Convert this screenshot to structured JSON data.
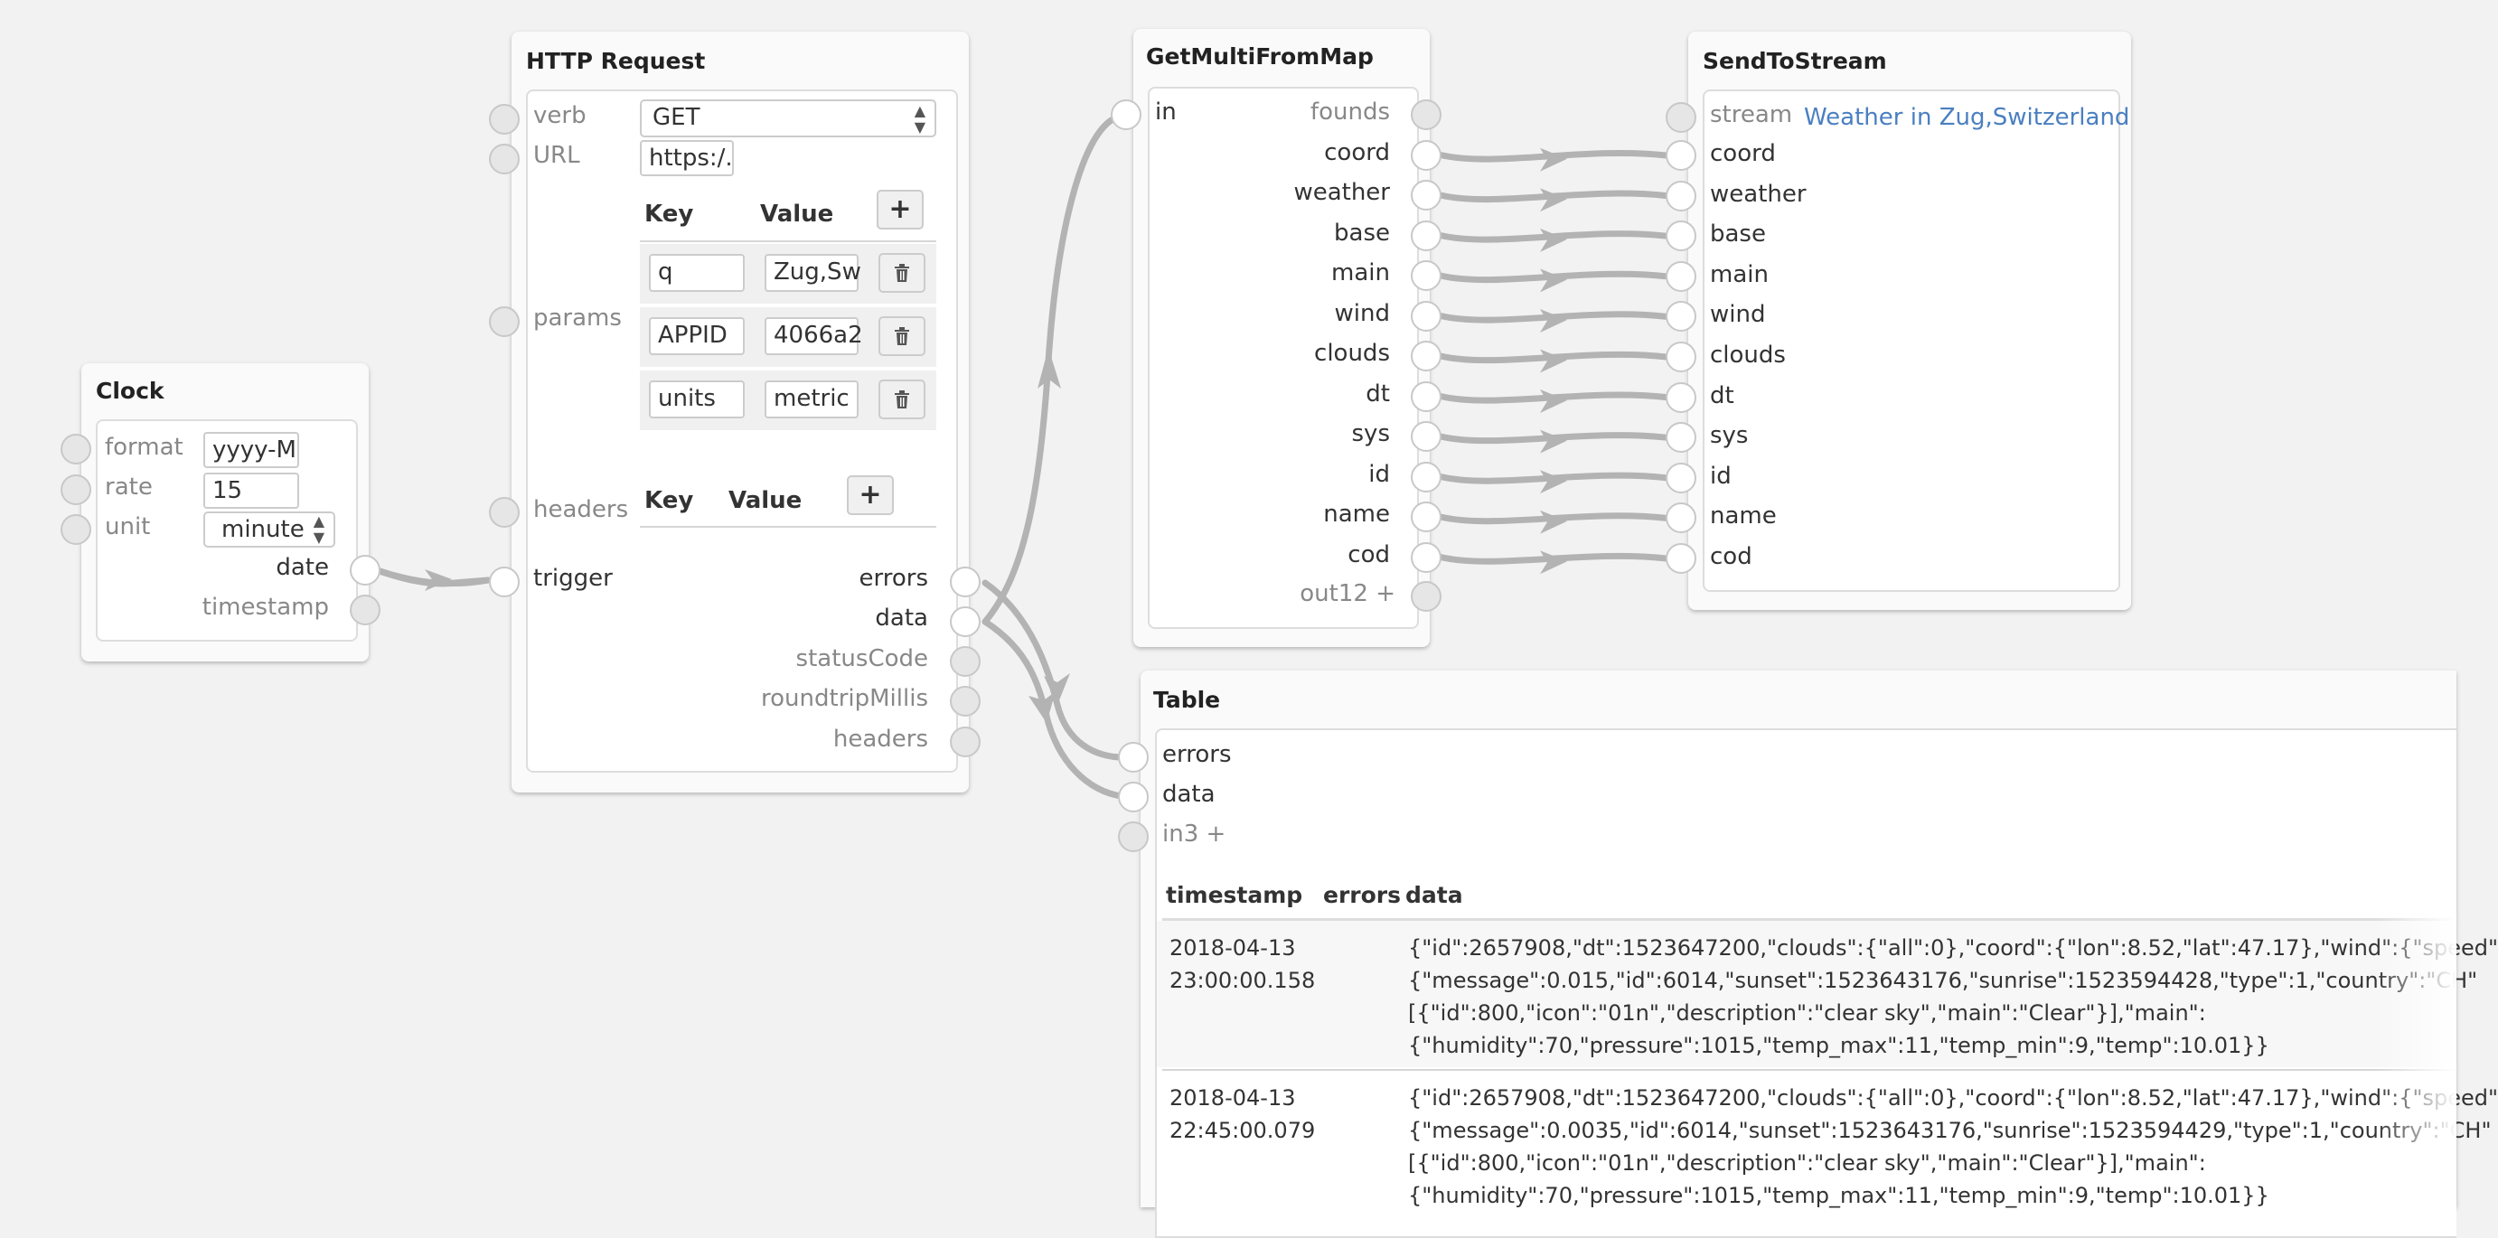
{
  "clock": {
    "title": "Clock",
    "inputs": [
      {
        "label": "format",
        "value": "yyyy-M"
      },
      {
        "label": "rate",
        "value": "15"
      },
      {
        "label": "unit",
        "value": "minute"
      }
    ],
    "outputs": [
      "date",
      "timestamp"
    ]
  },
  "http": {
    "title": "HTTP Request",
    "verb_label": "verb",
    "verb_value": "GET",
    "url_label": "URL",
    "url_value": "https:/.",
    "params_label": "params",
    "key_header": "Key",
    "value_header": "Value",
    "add_symbol": "+",
    "params": [
      {
        "key": "q",
        "value": "Zug,Sw"
      },
      {
        "key": "APPID",
        "value": "4066a2"
      },
      {
        "key": "units",
        "value": "metric"
      }
    ],
    "headers_label": "headers",
    "trigger_label": "trigger",
    "outputs": [
      "errors",
      "data",
      "statusCode",
      "roundtripMillis",
      "headers"
    ]
  },
  "getmulti": {
    "title": "GetMultiFromMap",
    "in_label": "in",
    "outputs": [
      "founds",
      "coord",
      "weather",
      "base",
      "main",
      "wind",
      "clouds",
      "dt",
      "sys",
      "id",
      "name",
      "cod"
    ],
    "extra_output": "out12",
    "add_symbol": "+"
  },
  "send": {
    "title": "SendToStream",
    "stream_label": "stream",
    "stream_value": "Weather in Zug,Switzerland",
    "inputs": [
      "coord",
      "weather",
      "base",
      "main",
      "wind",
      "clouds",
      "dt",
      "sys",
      "id",
      "name",
      "cod"
    ]
  },
  "table": {
    "title": "Table",
    "inputs": [
      "errors",
      "data"
    ],
    "extra_input": "in3",
    "add_symbol": "+",
    "columns": [
      "timestamp",
      "errors",
      "data"
    ],
    "rows": [
      {
        "timestamp": [
          "2018-04-13",
          "23:00:00.158"
        ],
        "errors": "",
        "data": [
          "{\"id\":2657908,\"dt\":1523647200,\"clouds\":{\"all\":0},\"coord\":{\"lon\":8.52,\"lat\":47.17},\"wind\":{\"speed\"",
          "{\"message\":0.015,\"id\":6014,\"sunset\":1523643176,\"sunrise\":1523594428,\"type\":1,\"country\":\"CH\"",
          "[{\"id\":800,\"icon\":\"01n\",\"description\":\"clear sky\",\"main\":\"Clear\"}],\"main\":",
          "{\"humidity\":70,\"pressure\":1015,\"temp_max\":11,\"temp_min\":9,\"temp\":10.01}}"
        ]
      },
      {
        "timestamp": [
          "2018-04-13",
          "22:45:00.079"
        ],
        "errors": "",
        "data": [
          "{\"id\":2657908,\"dt\":1523647200,\"clouds\":{\"all\":0},\"coord\":{\"lon\":8.52,\"lat\":47.17},\"wind\":{\"speed\"",
          "{\"message\":0.0035,\"id\":6014,\"sunset\":1523643176,\"sunrise\":1523594429,\"type\":1,\"country\":\"CH\"",
          "[{\"id\":800,\"icon\":\"01n\",\"description\":\"clear sky\",\"main\":\"Clear\"}],\"main\":",
          "{\"humidity\":70,\"pressure\":1015,\"temp_max\":11,\"temp_min\":9,\"temp\":10.01}}"
        ]
      }
    ]
  },
  "colors": {
    "wire": "#b3b3b3",
    "stream_link": "#4a7fc1",
    "node_bg": "#fafafa",
    "canvas_bg": "#f2f2f2"
  },
  "icons": {
    "delete": "trash-icon",
    "add": "plus-icon",
    "select": "updown-arrows-icon"
  }
}
